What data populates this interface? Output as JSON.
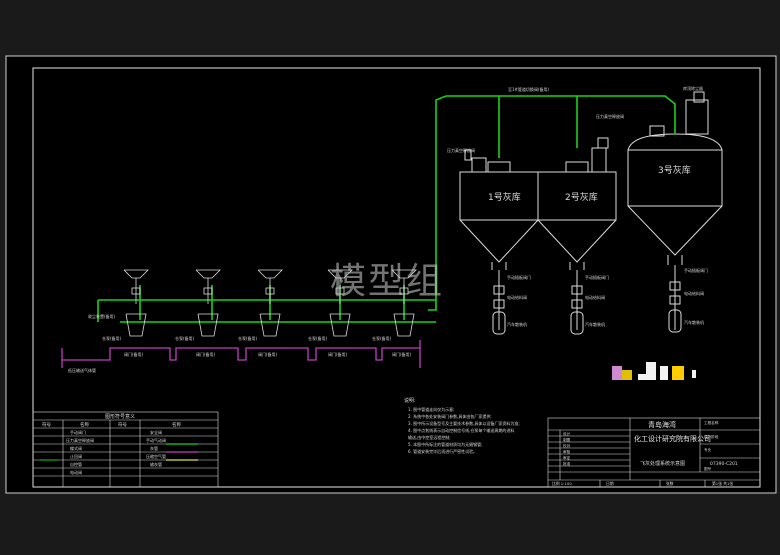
{
  "silos": [
    {
      "label": "1号灰库"
    },
    {
      "label": "2号灰库"
    },
    {
      "label": "3号灰库"
    }
  ],
  "top_line_label": "至1#管道切换阀(备用)",
  "silo_top_labels": [
    "压力真空释放阀",
    "压力真空释放阀",
    "库顶除尘器"
  ],
  "silo_bottom_labels": [
    "手动插板阀门",
    "电动给料阀",
    "汽车散装机"
  ],
  "pump_labels": [
    "仓泵(备用)",
    "仓泵(备用)",
    "仓泵(备用)",
    "仓泵(备用)",
    "仓泵(备用)"
  ],
  "pump_bottom_labels": [
    "阀门(备用)",
    "阀门(备用)",
    "阀门(备用)",
    "阀门(备用)",
    "阀门(备用)"
  ],
  "left_labels": [
    "收尘装置(备用)",
    "低压输送气体管"
  ],
  "legend": {
    "title": "图形符号意义",
    "headers": [
      "符号",
      "名称",
      "符号",
      "名称"
    ],
    "rows": [
      [
        "",
        "手动阀门",
        "",
        "安全阀"
      ],
      [
        "",
        "压力真空释放阀",
        "",
        "手动气动阀"
      ],
      [
        "",
        "蝶式阀",
        "",
        "灰管"
      ],
      [
        "",
        "止回阀",
        "",
        "压缩空气管"
      ],
      [
        "",
        "自控管",
        "",
        "输灰管"
      ],
      [
        "",
        "电动阀",
        "",
        ""
      ]
    ]
  },
  "notes": {
    "title": "说明:",
    "lines": [
      "1. 图中管道走向仅为示意;",
      "2. 系统中各处安装阀门参数,具体由各厂家提供;",
      "3. 图中所示设备型号及主要技术参数,具体以设备厂家资料为准;",
      "4. 图中点划线表示自动控制信号线,仓泵每个输送周期的进料",
      "   输送,由中控室远程控制;",
      "5. 本图中所标注的管道材质均为无缝钢管;",
      "6. 管道安装完毕后须进行严密性试验。"
    ]
  },
  "title_block": {
    "company_line1": "青岛海湾",
    "company_line2": "化工设计研究院有限公司",
    "drawing_title": "飞灰处理系统示意图",
    "drawing_no": "07390-C201",
    "sign_rows": [
      "设计",
      "制图",
      "校对",
      "审核",
      "审定",
      "批准"
    ],
    "small_info": [
      "工程名称",
      "设计阶段",
      "专业",
      "图号"
    ],
    "bottom_row": [
      "比例 1:100",
      "日期",
      "张数",
      "第1张 共1张"
    ]
  },
  "watermark": "模型组",
  "colors": {
    "background": "#000000",
    "frame": "#e6e6e6",
    "pipe_green": "#19d219",
    "pipe_purple": "#c03fc0",
    "equipment": "#dcdcdc",
    "text": "#d8d8d8",
    "title_yellow": "#e8e8e8"
  }
}
